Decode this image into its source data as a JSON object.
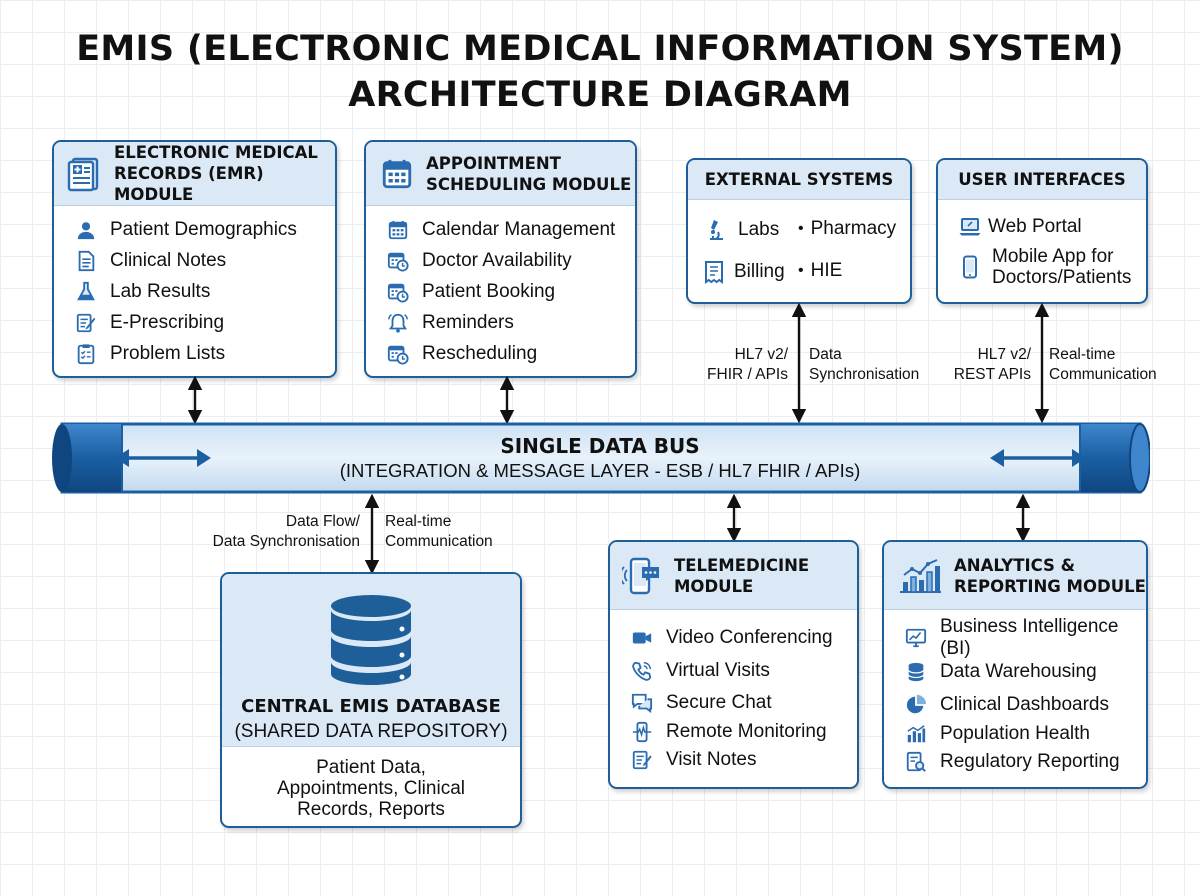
{
  "title_line1": "EMIS (ELECTRONIC MEDICAL INFORMATION SYSTEM)",
  "title_line2": "ARCHITECTURE DIAGRAM",
  "emr": {
    "title": "ELECTRONIC MEDICAL\nRECORDS (EMR) MODULE",
    "icon": "medical-record-icon",
    "items": [
      {
        "label": "Patient Demographics",
        "icon": "person-icon"
      },
      {
        "label": "Clinical Notes",
        "icon": "document-icon"
      },
      {
        "label": "Lab Results",
        "icon": "flask-icon"
      },
      {
        "label": "E-Prescribing",
        "icon": "prescription-pen-icon"
      },
      {
        "label": "Problem Lists",
        "icon": "checklist-icon"
      }
    ]
  },
  "appointment": {
    "title": "APPOINTMENT\nSCHEDULING MODULE",
    "icon": "calendar-icon",
    "items": [
      {
        "label": "Calendar Management",
        "icon": "calendar-icon"
      },
      {
        "label": "Doctor Availability",
        "icon": "calendar-clock-icon"
      },
      {
        "label": "Patient Booking",
        "icon": "calendar-clock-icon"
      },
      {
        "label": "Reminders",
        "icon": "bell-icon"
      },
      {
        "label": "Rescheduling",
        "icon": "calendar-clock-icon"
      }
    ]
  },
  "external": {
    "title": "EXTERNAL SYSTEMS",
    "items": [
      {
        "label": "Labs",
        "icon": "microscope-icon"
      },
      {
        "label": "Pharmacy",
        "icon": "bullet-icon"
      },
      {
        "label": "Billing",
        "icon": "receipt-icon"
      },
      {
        "label": "HIE",
        "icon": "bullet-icon"
      }
    ]
  },
  "user_interfaces": {
    "title": "USER INTERFACES",
    "items": [
      {
        "label": "Web Portal",
        "icon": "laptop-icon"
      },
      {
        "label": "Mobile App for\nDoctors/Patients",
        "icon": "smartphone-icon"
      }
    ]
  },
  "connections": {
    "external_left": "HL7 v2/\nFHIR / APIs",
    "external_right": "Data\nSynchronisation",
    "ui_left": "HL7 v2/\nREST APIs",
    "ui_right": "Real-time\nCommunication",
    "db_left": "Data Flow/\nData Synchronisation",
    "db_right": "Real-time\nCommunication"
  },
  "bus": {
    "title": "SINGLE DATA BUS",
    "subtitle": "(INTEGRATION & MESSAGE LAYER - ESB / HL7 FHIR / APIs)"
  },
  "database": {
    "title": "CENTRAL EMIS DATABASE",
    "subtitle": "(SHARED DATA REPOSITORY)",
    "body": "Patient Data,\nAppointments, Clinical\nRecords, Reports",
    "icon": "database-icon"
  },
  "telemedicine": {
    "title": "TELEMEDICINE\nMODULE",
    "icon": "phone-chat-icon",
    "items": [
      {
        "label": "Video Conferencing",
        "icon": "video-camera-icon"
      },
      {
        "label": "Virtual Visits",
        "icon": "phone-icon"
      },
      {
        "label": "Secure Chat",
        "icon": "chat-icon"
      },
      {
        "label": "Remote Monitoring",
        "icon": "monitoring-icon"
      },
      {
        "label": "Visit Notes",
        "icon": "notes-icon"
      }
    ]
  },
  "analytics": {
    "title": "ANALYTICS &\nREPORTING MODULE",
    "icon": "bar-chart-icon",
    "items": [
      {
        "label": "Business Intelligence (BI)",
        "icon": "monitor-chart-icon"
      },
      {
        "label": "Data Warehousing",
        "icon": "database-icon"
      },
      {
        "label": "Clinical Dashboards",
        "icon": "pie-chart-icon"
      },
      {
        "label": "Population Health",
        "icon": "bar-chart-icon"
      },
      {
        "label": "Regulatory Reporting",
        "icon": "report-icon"
      }
    ]
  },
  "colors": {
    "accent": "#1f5f99",
    "header_fill": "#dbe9f7",
    "bus_fill": "#dcebf8",
    "bus_dark": "#1b5fa3"
  }
}
